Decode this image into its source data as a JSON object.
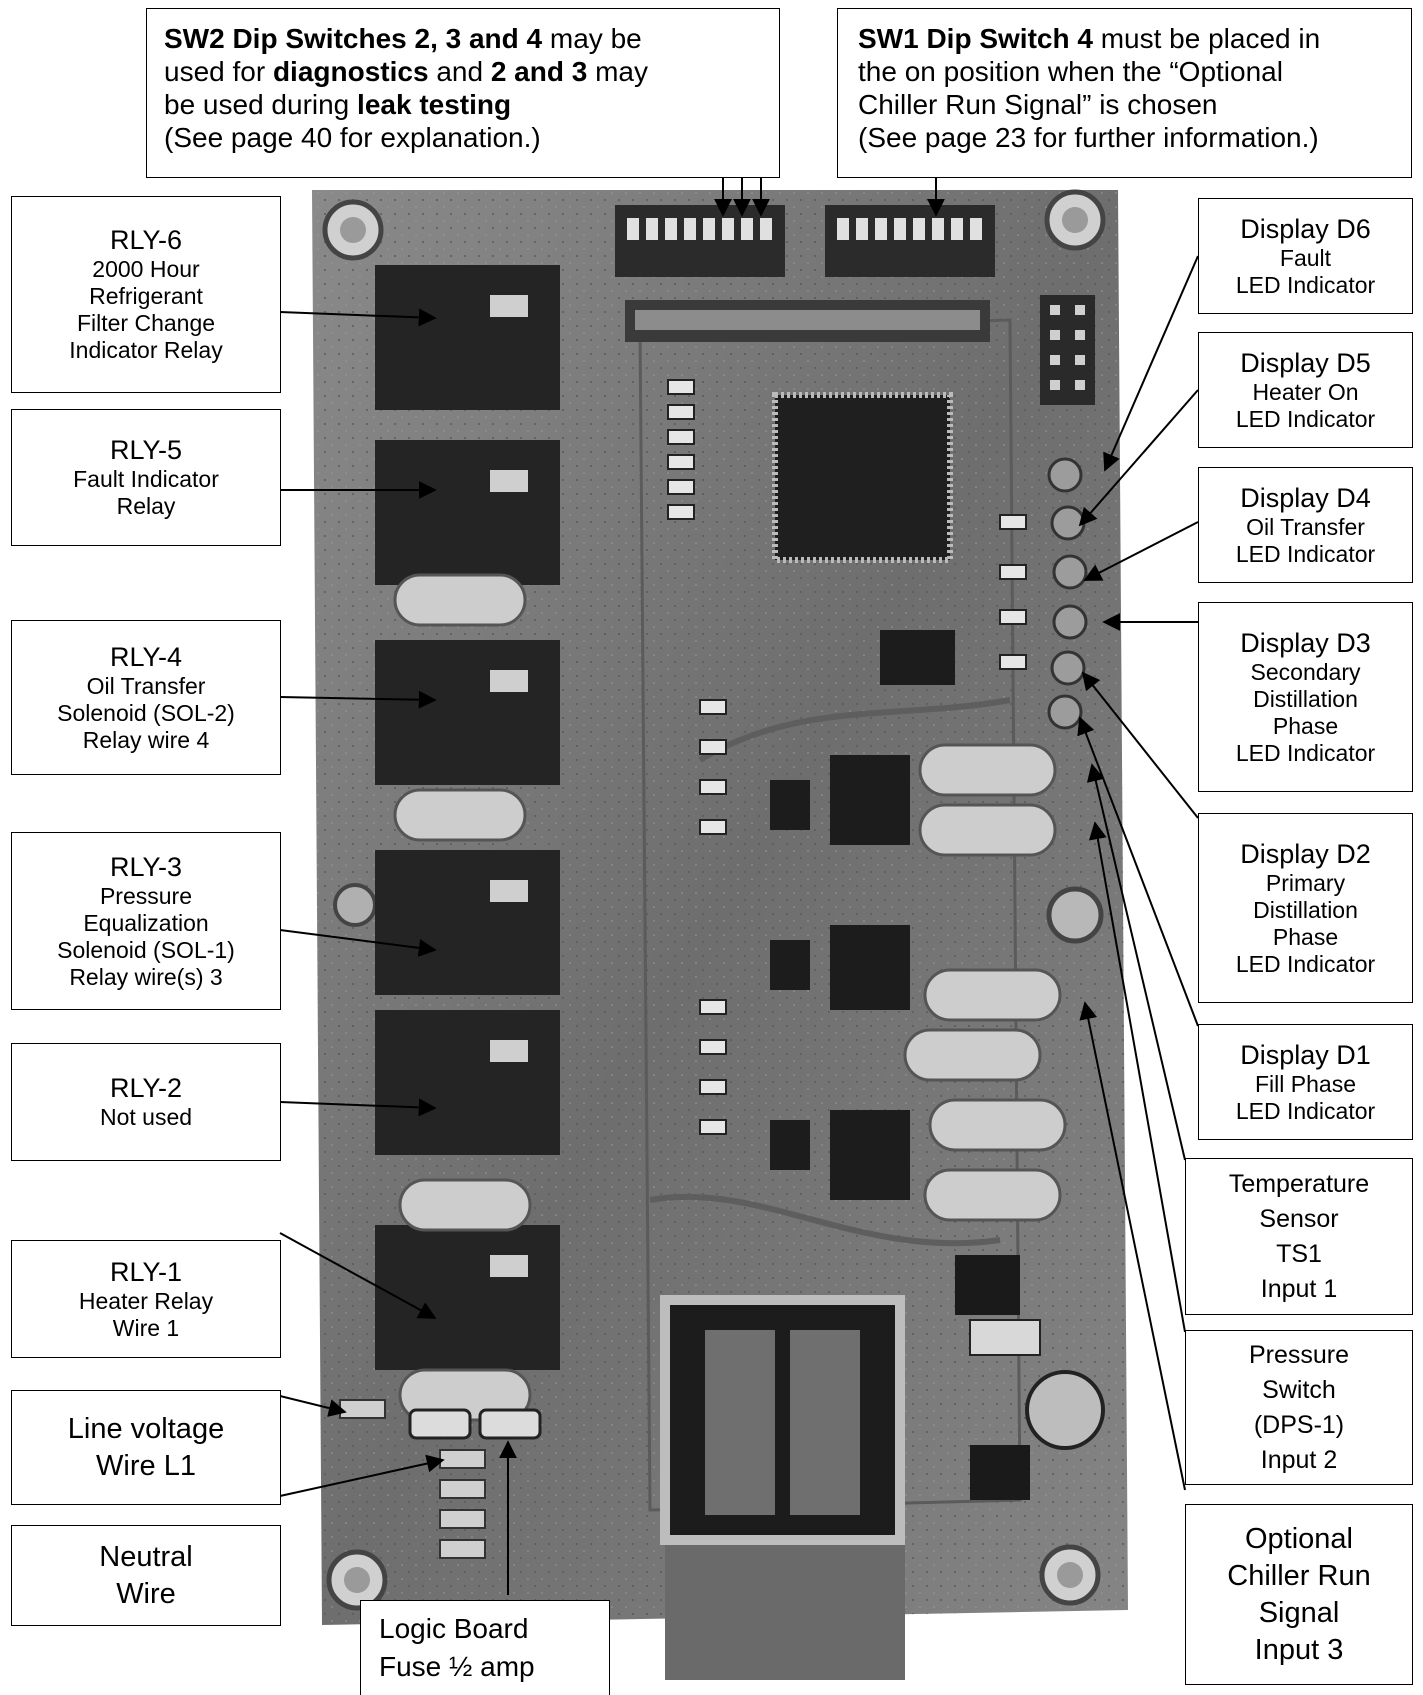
{
  "top_notes": {
    "sw2": {
      "line1_bold": "SW2  Dip Switches 2, 3 and 4",
      "line1_rest": " may be",
      "line2_pre": "used for ",
      "line2_bold1": "diagnostics",
      "line2_mid": " and ",
      "line2_bold2": "2 and 3",
      "line2_rest": " may",
      "line3_pre": "be used during ",
      "line3_bold": "leak testing",
      "line4": "(See page 40 for explanation.)"
    },
    "sw1": {
      "line1_bold": "SW1 Dip Switch 4",
      "line1_rest": " must be placed in",
      "line2": "the on position when the “Optional",
      "line3": "Chiller Run Signal” is chosen",
      "line4": "(See page 23 for further information.)"
    }
  },
  "left_labels": [
    {
      "title": "RLY-6",
      "lines": [
        "2000 Hour",
        "Refrigerant",
        "Filter Change",
        "Indicator Relay"
      ]
    },
    {
      "title": "RLY-5",
      "lines": [
        "Fault  Indicator",
        "Relay"
      ]
    },
    {
      "title": "RLY-4",
      "lines": [
        "Oil Transfer",
        "Solenoid (SOL-2)",
        "Relay wire 4"
      ]
    },
    {
      "title": "RLY-3",
      "lines": [
        "Pressure",
        "Equalization",
        "Solenoid (SOL-1)",
        "Relay wire(s) 3"
      ]
    },
    {
      "title": "RLY-2",
      "lines": [
        "Not used"
      ]
    },
    {
      "title": "RLY-1",
      "lines": [
        "Heater Relay",
        "Wire 1"
      ]
    },
    {
      "title": "",
      "lines": [
        "Line voltage",
        "Wire L1"
      ]
    },
    {
      "title": "",
      "lines": [
        "Neutral",
        "Wire"
      ]
    }
  ],
  "right_labels": [
    {
      "title": "Display D6",
      "lines": [
        "Fault",
        "LED Indicator"
      ]
    },
    {
      "title": "Display D5",
      "lines": [
        "Heater On",
        "LED Indicator"
      ]
    },
    {
      "title": "Display D4",
      "lines": [
        "Oil Transfer",
        "LED Indicator"
      ]
    },
    {
      "title": "Display D3",
      "lines": [
        "Secondary",
        "Distillation",
        "Phase",
        "LED Indicator"
      ]
    },
    {
      "title": "Display D2",
      "lines": [
        "Primary",
        "Distillation",
        "Phase",
        "LED Indicator"
      ]
    },
    {
      "title": "Display D1",
      "lines": [
        "Fill Phase",
        "LED Indicator"
      ]
    },
    {
      "title": "",
      "lines": [
        "Temperature",
        "Sensor",
        "TS1",
        "Input 1"
      ]
    },
    {
      "title": "",
      "lines": [
        "Pressure",
        "Switch",
        "(DPS-1)",
        "Input 2"
      ]
    },
    {
      "title": "",
      "lines": [
        "Optional",
        "Chiller Run",
        "Signal",
        "Input 3"
      ]
    }
  ],
  "bottom_label": {
    "lines": [
      "Logic Board",
      "Fuse ½ amp"
    ]
  },
  "colors": {
    "board": "#7d7d7d",
    "board_dark": "#3a3a3a",
    "component": "#262626",
    "capacitor": "#c9c9c9",
    "line": "#000000"
  }
}
